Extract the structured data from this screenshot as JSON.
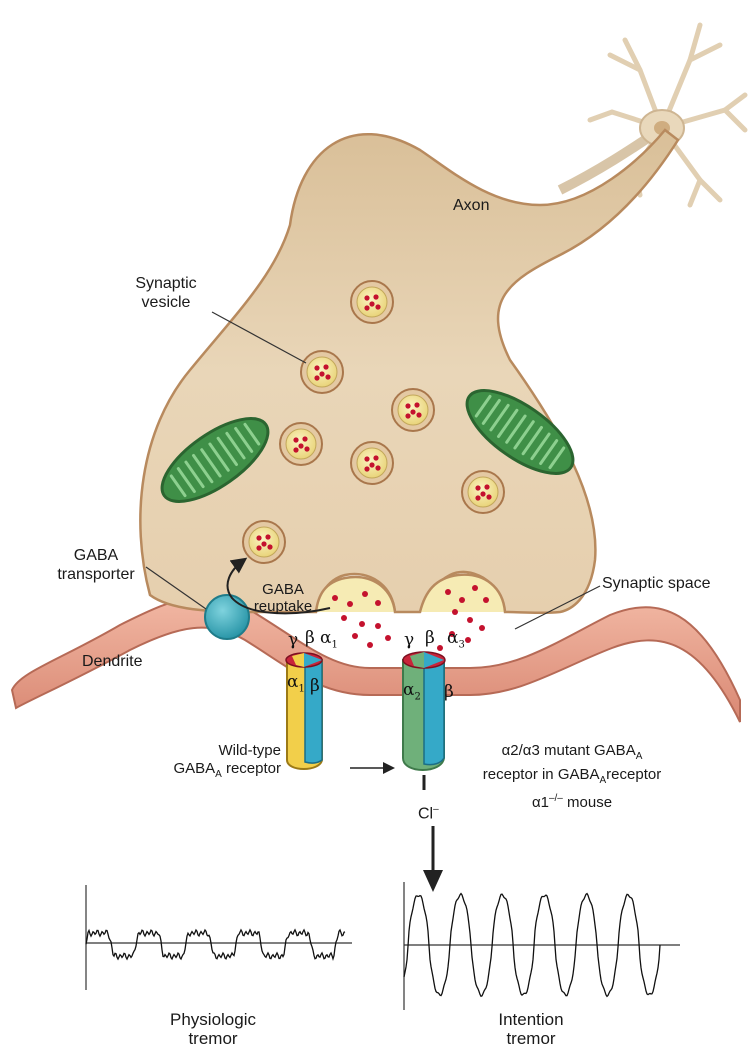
{
  "labels": {
    "axon": "Axon",
    "synaptic_vesicle_line1": "Synaptic",
    "synaptic_vesicle_line2": "vesicle",
    "gaba_transporter_line1": "GABA",
    "gaba_transporter_line2": "transporter",
    "gaba_reuptake_line1": "GABA",
    "gaba_reuptake_line2": "reuptake",
    "synaptic_space": "Synaptic space",
    "dendrite": "Dendrite",
    "wild_type_line1": "Wild-type",
    "wild_type_line2_main": "GABA",
    "wild_type_line2_sub": "A",
    "wild_type_line2_rest": " receptor",
    "mutant_line1_main": "α2/α3 mutant GABA",
    "mutant_line1_sub": "A",
    "mutant_line2_main": "receptor in GABA",
    "mutant_line2_sub": "A",
    "mutant_line2_rest": "receptor",
    "mutant_line3_main": "α1",
    "mutant_line3_sup": "–/–",
    "mutant_line3_rest": " mouse",
    "chloride_main": "Cl",
    "chloride_sup": "–",
    "physiologic_line1": "Physiologic",
    "physiologic_line2": "tremor",
    "intention_line1": "Intention",
    "intention_line2": "tremor"
  },
  "subunits": {
    "wild_type": {
      "gamma": "γ",
      "beta_top": "β",
      "alpha_top": "α",
      "alpha_top_sub": "1",
      "alpha_left": "α",
      "alpha_left_sub": "1",
      "beta_right": "β"
    },
    "mutant": {
      "gamma": "γ",
      "beta_top": "β",
      "alpha_top": "α",
      "alpha_top_sub": "3",
      "alpha_left": "α",
      "alpha_left_sub": "2",
      "beta_right": "β"
    }
  },
  "colors": {
    "terminal_fill": "#e8d3b4",
    "terminal_stroke": "#b88a5e",
    "dendrite_fill": "#e9a58f",
    "mitochondria": "#3f8f47",
    "vesicle_fill": "#f3e59a",
    "gaba_dot": "#c4122e",
    "transporter": "#3eb0bf",
    "yellow_subunit": "#f2cf4a",
    "blue_subunit": "#35a9c8",
    "green_subunit": "#6fb07a",
    "red_subunit": "#c8243a"
  }
}
